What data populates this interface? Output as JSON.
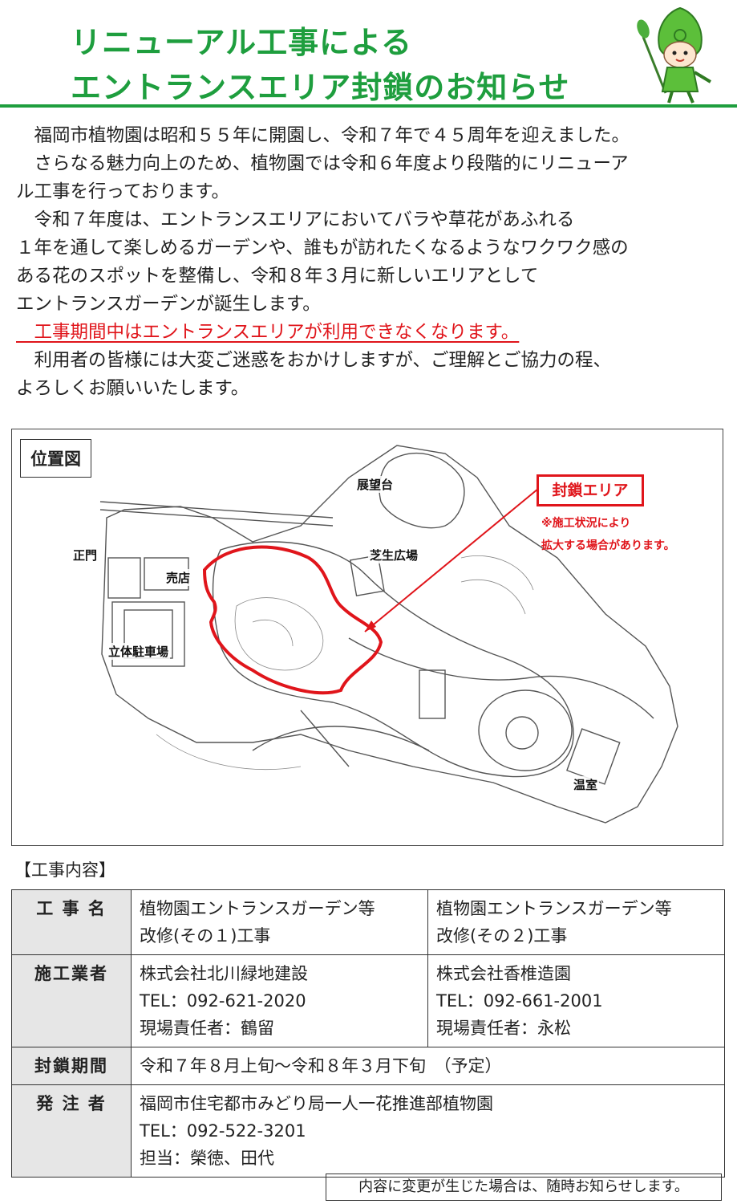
{
  "title": {
    "line1": "リニューアル工事による",
    "line2": "エントランスエリア封鎖のお知らせ"
  },
  "body": {
    "lines": [
      "　福岡市植物園は昭和５５年に開園し、令和７年で４５周年を迎えました。",
      "　さらなる魅力向上のため、植物園では令和６年度より段階的にリニューア",
      "ル工事を行っております。",
      "　令和７年度は、エントランスエリアにおいてバラや草花があふれる",
      "１年を通して楽しめるガーデンや、誰もが訪れたくなるようなワクワク感の",
      "ある花のスポットを整備し、令和８年３月に新しいエリアとして",
      "エントランスガーデンが誕生します。"
    ],
    "highlight": "　工事期間中はエントランスエリアが利用できなくなります。",
    "closing": [
      "　利用者の皆様には大変ご迷惑をおかけしますが、ご理解とご協力の程、",
      "よろしくお願いいたします。"
    ]
  },
  "map": {
    "legend": "位置図",
    "closed_area_label": "封鎖エリア",
    "note_line1": "※施工状況により",
    "note_line2": "拡大する場合があります。",
    "places": {
      "observatory": "展望台",
      "main_gate": "正門",
      "shop": "売店",
      "lawn_plaza": "芝生広場",
      "parking": "立体駐車場",
      "greenhouse": "温室"
    }
  },
  "works": {
    "section_title": "【工事内容】",
    "rows": {
      "name": {
        "label": "工 事 名",
        "col1_l1": "植物園エントランスガーデン等",
        "col1_l2": "改修(その１)工事",
        "col2_l1": "植物園エントランスガーデン等",
        "col2_l2": "改修(その２)工事"
      },
      "contractor": {
        "label": "施工業者",
        "col1_l1": "株式会社北川緑地建設",
        "col1_l2": "TEL：092-621-2020",
        "col1_l3": "現場責任者：鶴留",
        "col2_l1": "株式会社香椎造園",
        "col2_l2": "TEL：092-661-2001",
        "col2_l3": "現場責任者：永松"
      },
      "period": {
        "label": "封鎖期間",
        "value": "令和７年８月上旬～令和８年３月下旬　（予定）"
      },
      "client": {
        "label": "発 注 者",
        "l1": "福岡市住宅都市みどり局一人一花推進部植物園",
        "l2": "TEL：092-522-3201",
        "l3": "担当：榮徳、田代"
      }
    }
  },
  "footer_note": "内容に変更が生じた場合は、随時お知らせします。",
  "colors": {
    "accent_green": "#1e9e3e",
    "alert_red": "#e0151b"
  }
}
